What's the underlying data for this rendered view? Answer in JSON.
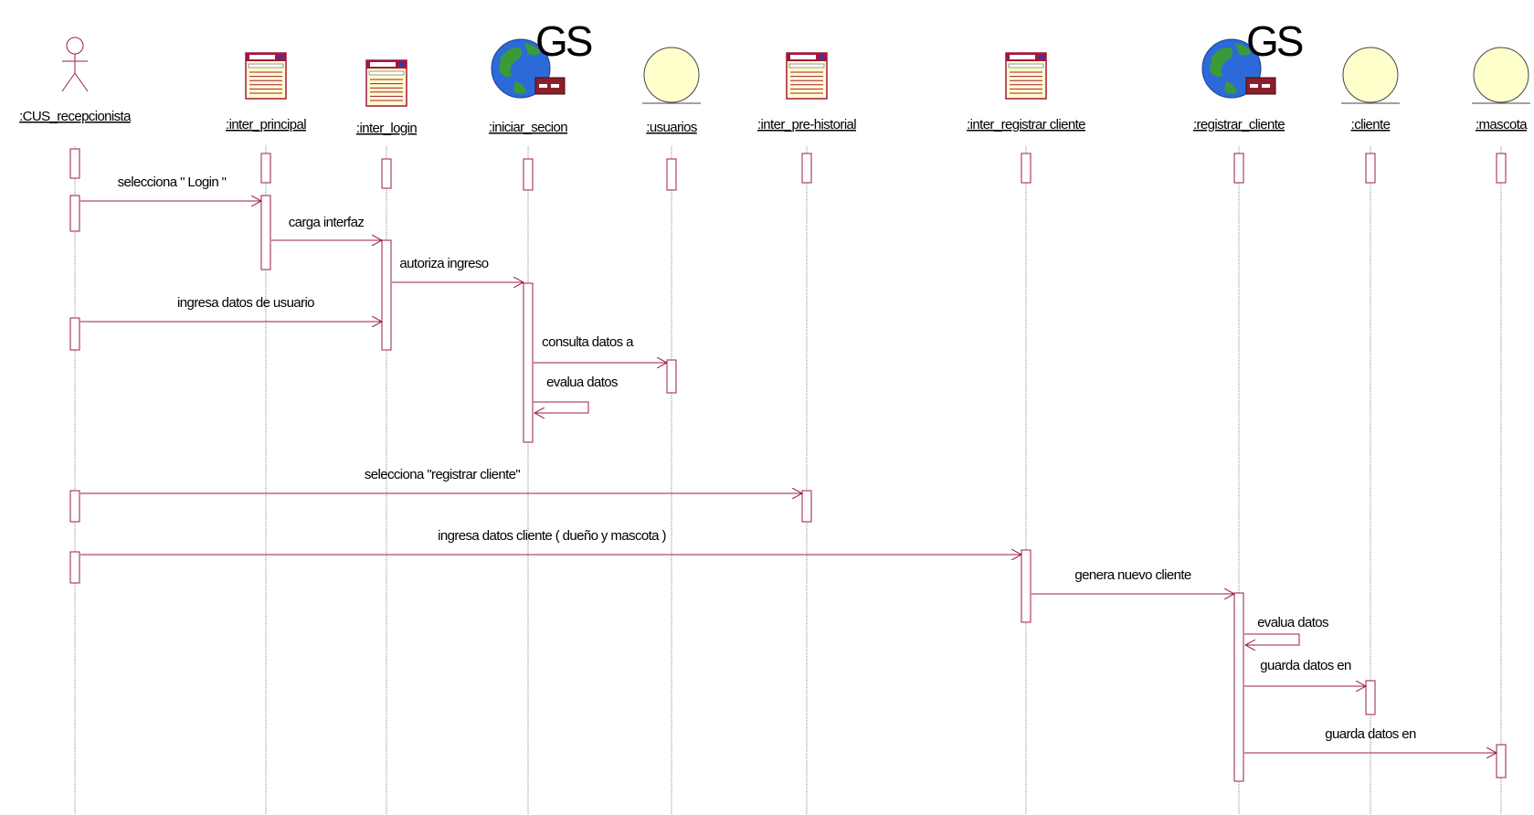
{
  "colors": {
    "message": "#9b1b4a",
    "lifeline": "#8a8a8a",
    "entity_fill": "#ffffcc",
    "window_fill": "#ffffcc",
    "window_frame": "#a3173f",
    "globe": "#2b6ad8",
    "land": "#3a9a3a"
  },
  "objects": [
    {
      "id": "cus",
      "label": ":CUS_recepcionista",
      "kind": "actor"
    },
    {
      "id": "ip",
      "label": ":inter_principal",
      "kind": "boundary"
    },
    {
      "id": "il",
      "label": ":inter_login",
      "kind": "boundary"
    },
    {
      "id": "is",
      "label": ":iniciar_secion",
      "kind": "control",
      "badge": "GS"
    },
    {
      "id": "us",
      "label": ":usuarios",
      "kind": "entity"
    },
    {
      "id": "iph",
      "label": ":inter_pre-historial",
      "kind": "boundary"
    },
    {
      "id": "irc",
      "label": ":inter_registrar cliente",
      "kind": "boundary"
    },
    {
      "id": "rc",
      "label": ":registrar_cliente",
      "kind": "control",
      "badge": "GS"
    },
    {
      "id": "cl",
      "label": ":cliente",
      "kind": "entity"
    },
    {
      "id": "ma",
      "label": ":mascota",
      "kind": "entity"
    }
  ],
  "messages": [
    {
      "from": "cus",
      "to": "ip",
      "label": "selecciona \" Login \""
    },
    {
      "from": "ip",
      "to": "il",
      "label": "carga interfaz"
    },
    {
      "from": "il",
      "to": "is",
      "label": "autoriza ingreso"
    },
    {
      "from": "cus",
      "to": "il",
      "label": "ingresa datos de usuario"
    },
    {
      "from": "is",
      "to": "us",
      "label": "consulta datos a"
    },
    {
      "from": "is",
      "to": "is",
      "label": "evalua datos",
      "self": true
    },
    {
      "from": "cus",
      "to": "iph",
      "label": "selecciona \"registrar cliente\""
    },
    {
      "from": "cus",
      "to": "irc",
      "label": "ingresa datos cliente ( dueño y mascota )"
    },
    {
      "from": "irc",
      "to": "rc",
      "label": "genera nuevo cliente"
    },
    {
      "from": "rc",
      "to": "rc",
      "label": "evalua datos",
      "self": true
    },
    {
      "from": "rc",
      "to": "cl",
      "label": "guarda datos en"
    },
    {
      "from": "rc",
      "to": "ma",
      "label": "guarda datos en"
    }
  ]
}
